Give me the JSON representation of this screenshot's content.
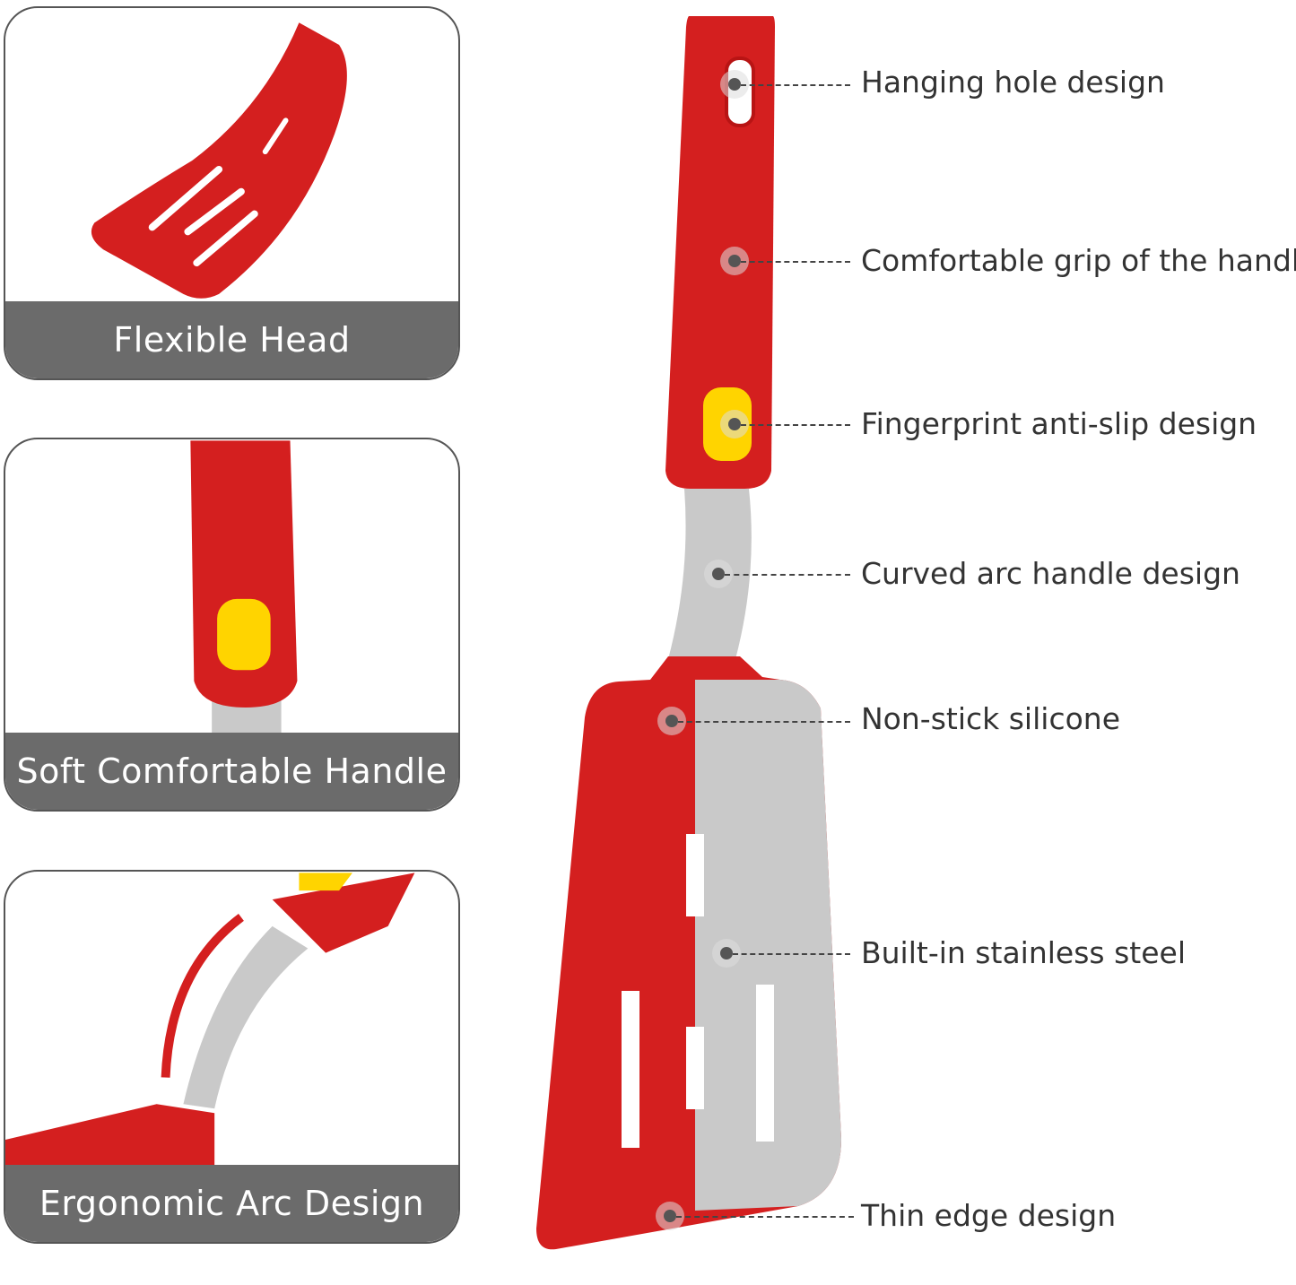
{
  "cards": [
    {
      "label": "Flexible Head"
    },
    {
      "label": "Soft Comfortable Handle"
    },
    {
      "label": "Ergonomic Arc Design"
    }
  ],
  "callouts": [
    {
      "label": "Hanging hole design"
    },
    {
      "label": "Comfortable grip of the handle"
    },
    {
      "label": "Fingerprint anti-slip design"
    },
    {
      "label": "Curved arc handle design"
    },
    {
      "label": "Non-stick silicone"
    },
    {
      "label": "Built-in stainless steel"
    },
    {
      "label": "Thin edge design"
    }
  ],
  "colors": {
    "accent_red": "#d41f1f",
    "grip_yellow": "#ffd400",
    "steel": "#c9c9c9",
    "bar_gray": "#6b6b6b"
  }
}
